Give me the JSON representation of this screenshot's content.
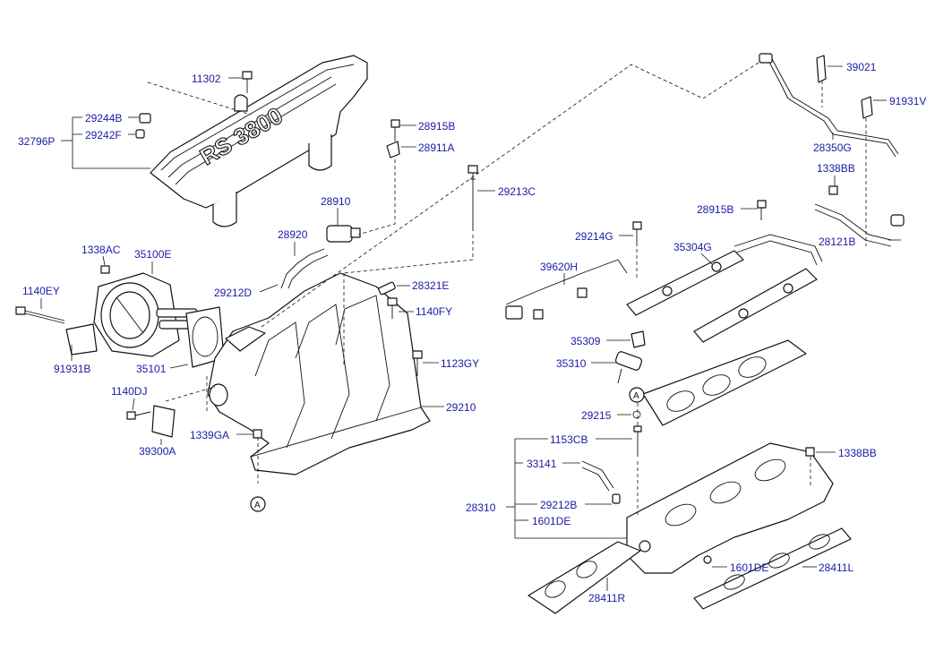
{
  "diagram": {
    "emblem_text": "RS 3800",
    "ref_marker": "A",
    "labels": {
      "p11302": "11302",
      "p29244B": "29244B",
      "p29242F": "29242F",
      "p32796P": "32796P",
      "p28915B_top": "28915B",
      "p28911A": "28911A",
      "p29213C": "29213C",
      "p28910": "28910",
      "p28920": "28920",
      "p1338AC": "1338AC",
      "p35100E": "35100E",
      "p1140EY": "1140EY",
      "p29212D": "29212D",
      "p28321E": "28321E",
      "p1140FY": "1140FY",
      "p91931B": "91931B",
      "p35101": "35101",
      "p1123GY": "1123GY",
      "p1140DJ": "1140DJ",
      "p29210": "29210",
      "p39300A": "39300A",
      "p1339GA": "1339GA",
      "p39021": "39021",
      "p91931V": "91931V",
      "p28350G": "28350G",
      "p1338BB_top": "1338BB",
      "p28915B_right": "28915B",
      "p28121B": "28121B",
      "p29214G": "29214G",
      "p35304G": "35304G",
      "p39620H": "39620H",
      "p35309": "35309",
      "p35310": "35310",
      "p29215": "29215",
      "p1153CB": "1153CB",
      "p1338BB_bottom": "1338BB",
      "p33141": "33141",
      "p28310": "28310",
      "p29212B": "29212B",
      "p1601DE_left": "1601DE",
      "p1601DE_right": "1601DE",
      "p28411L": "28411L",
      "p28411R": "28411R"
    }
  }
}
